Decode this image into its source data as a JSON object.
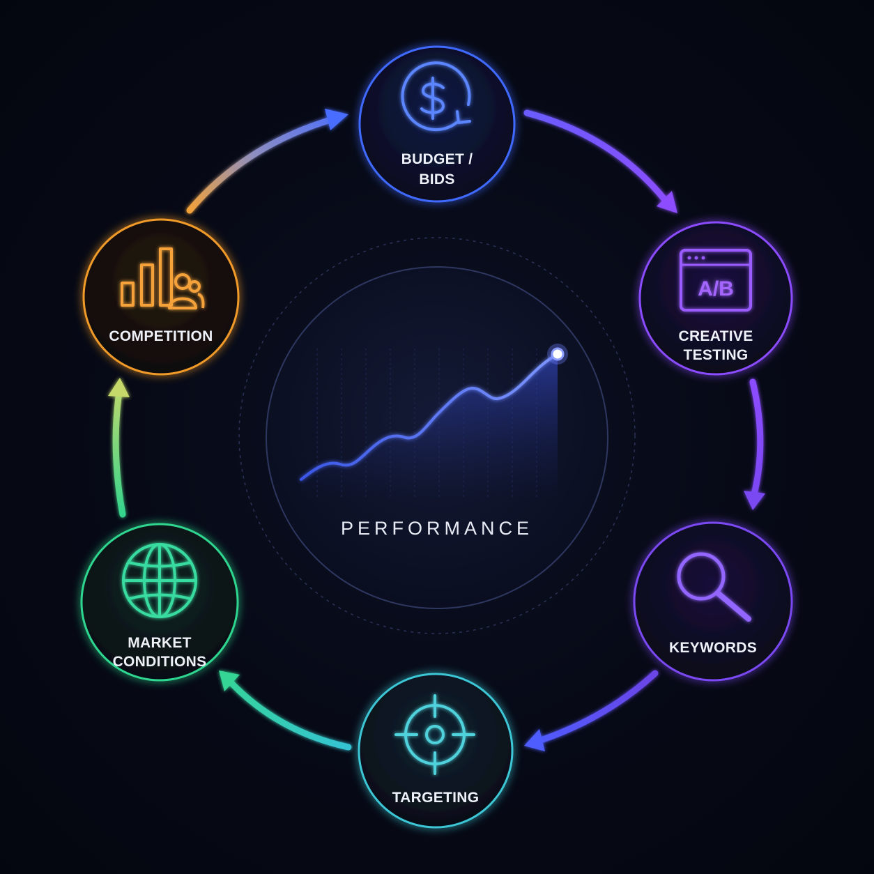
{
  "center": {
    "label": "PERFORMANCE",
    "trend_color": "#4f6dff"
  },
  "nodes": [
    {
      "id": "budget",
      "line1": "BUDGET /",
      "line2": "BIDS",
      "icon": "dollar-cycle-icon",
      "color": "#3f6bff"
    },
    {
      "id": "creative",
      "line1": "CREATIVE",
      "line2": "TESTING",
      "icon": "ab-test-window-icon",
      "color": "#8b4cff"
    },
    {
      "id": "keywords",
      "line1": "KEYWORDS",
      "line2": "",
      "icon": "magnifier-icon",
      "color": "#7a48f2"
    },
    {
      "id": "targeting",
      "line1": "TARGETING",
      "line2": "",
      "icon": "crosshair-target-icon",
      "color": "#3ec7d6"
    },
    {
      "id": "market",
      "line1": "MARKET",
      "line2": "CONDITIONS",
      "icon": "globe-icon",
      "color": "#2fd690"
    },
    {
      "id": "competition",
      "line1": "COMPETITION",
      "line2": "",
      "icon": "bar-chart-people-icon",
      "color": "#f09a2c"
    }
  ]
}
